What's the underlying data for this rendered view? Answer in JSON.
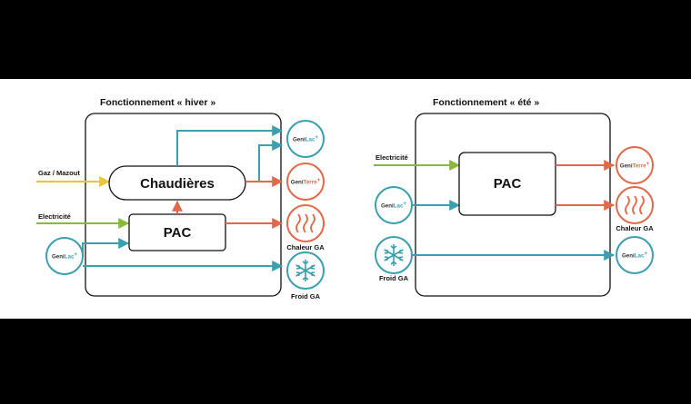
{
  "colors": {
    "background": "#000000",
    "panel": "#ffffff",
    "teal": "#3a9fae",
    "red": "#e0694c",
    "green": "#8ab83a",
    "yellow": "#e8c53a",
    "ink": "#111111"
  },
  "winter": {
    "title": "Fonctionnement « hiver »",
    "inputs": {
      "gas": "Gaz / Mazout",
      "electricity": "Electricité"
    },
    "boxes": {
      "boilers": "Chaudières",
      "pac": "PAC"
    },
    "source_badge": {
      "brand_a": "Geni",
      "brand_b": "Lac",
      "mark": "+"
    },
    "outputs": {
      "genilac": {
        "brand_a": "Geni",
        "brand_b": "Lac",
        "mark": "+"
      },
      "geniterre": {
        "brand_a": "Geni",
        "brand_b": "Terre",
        "mark": "+"
      },
      "heat_label": "Chaleur GA",
      "cold_label": "Froid GA"
    }
  },
  "summer": {
    "title": "Fonctionnement « été »",
    "inputs": {
      "electricity": "Electricité"
    },
    "boxes": {
      "pac": "PAC"
    },
    "source_badge": {
      "brand_a": "Geni",
      "brand_b": "Lac",
      "mark": "+"
    },
    "cold_source_label": "Froid GA",
    "outputs": {
      "geniterre": {
        "brand_a": "Geni",
        "brand_b": "Terre",
        "mark": "+"
      },
      "heat_label": "Chaleur GA",
      "genilac": {
        "brand_a": "Geni",
        "brand_b": "Lac",
        "mark": "+"
      }
    }
  },
  "icons": [
    "heat-waves-icon",
    "snowflake-icon"
  ]
}
